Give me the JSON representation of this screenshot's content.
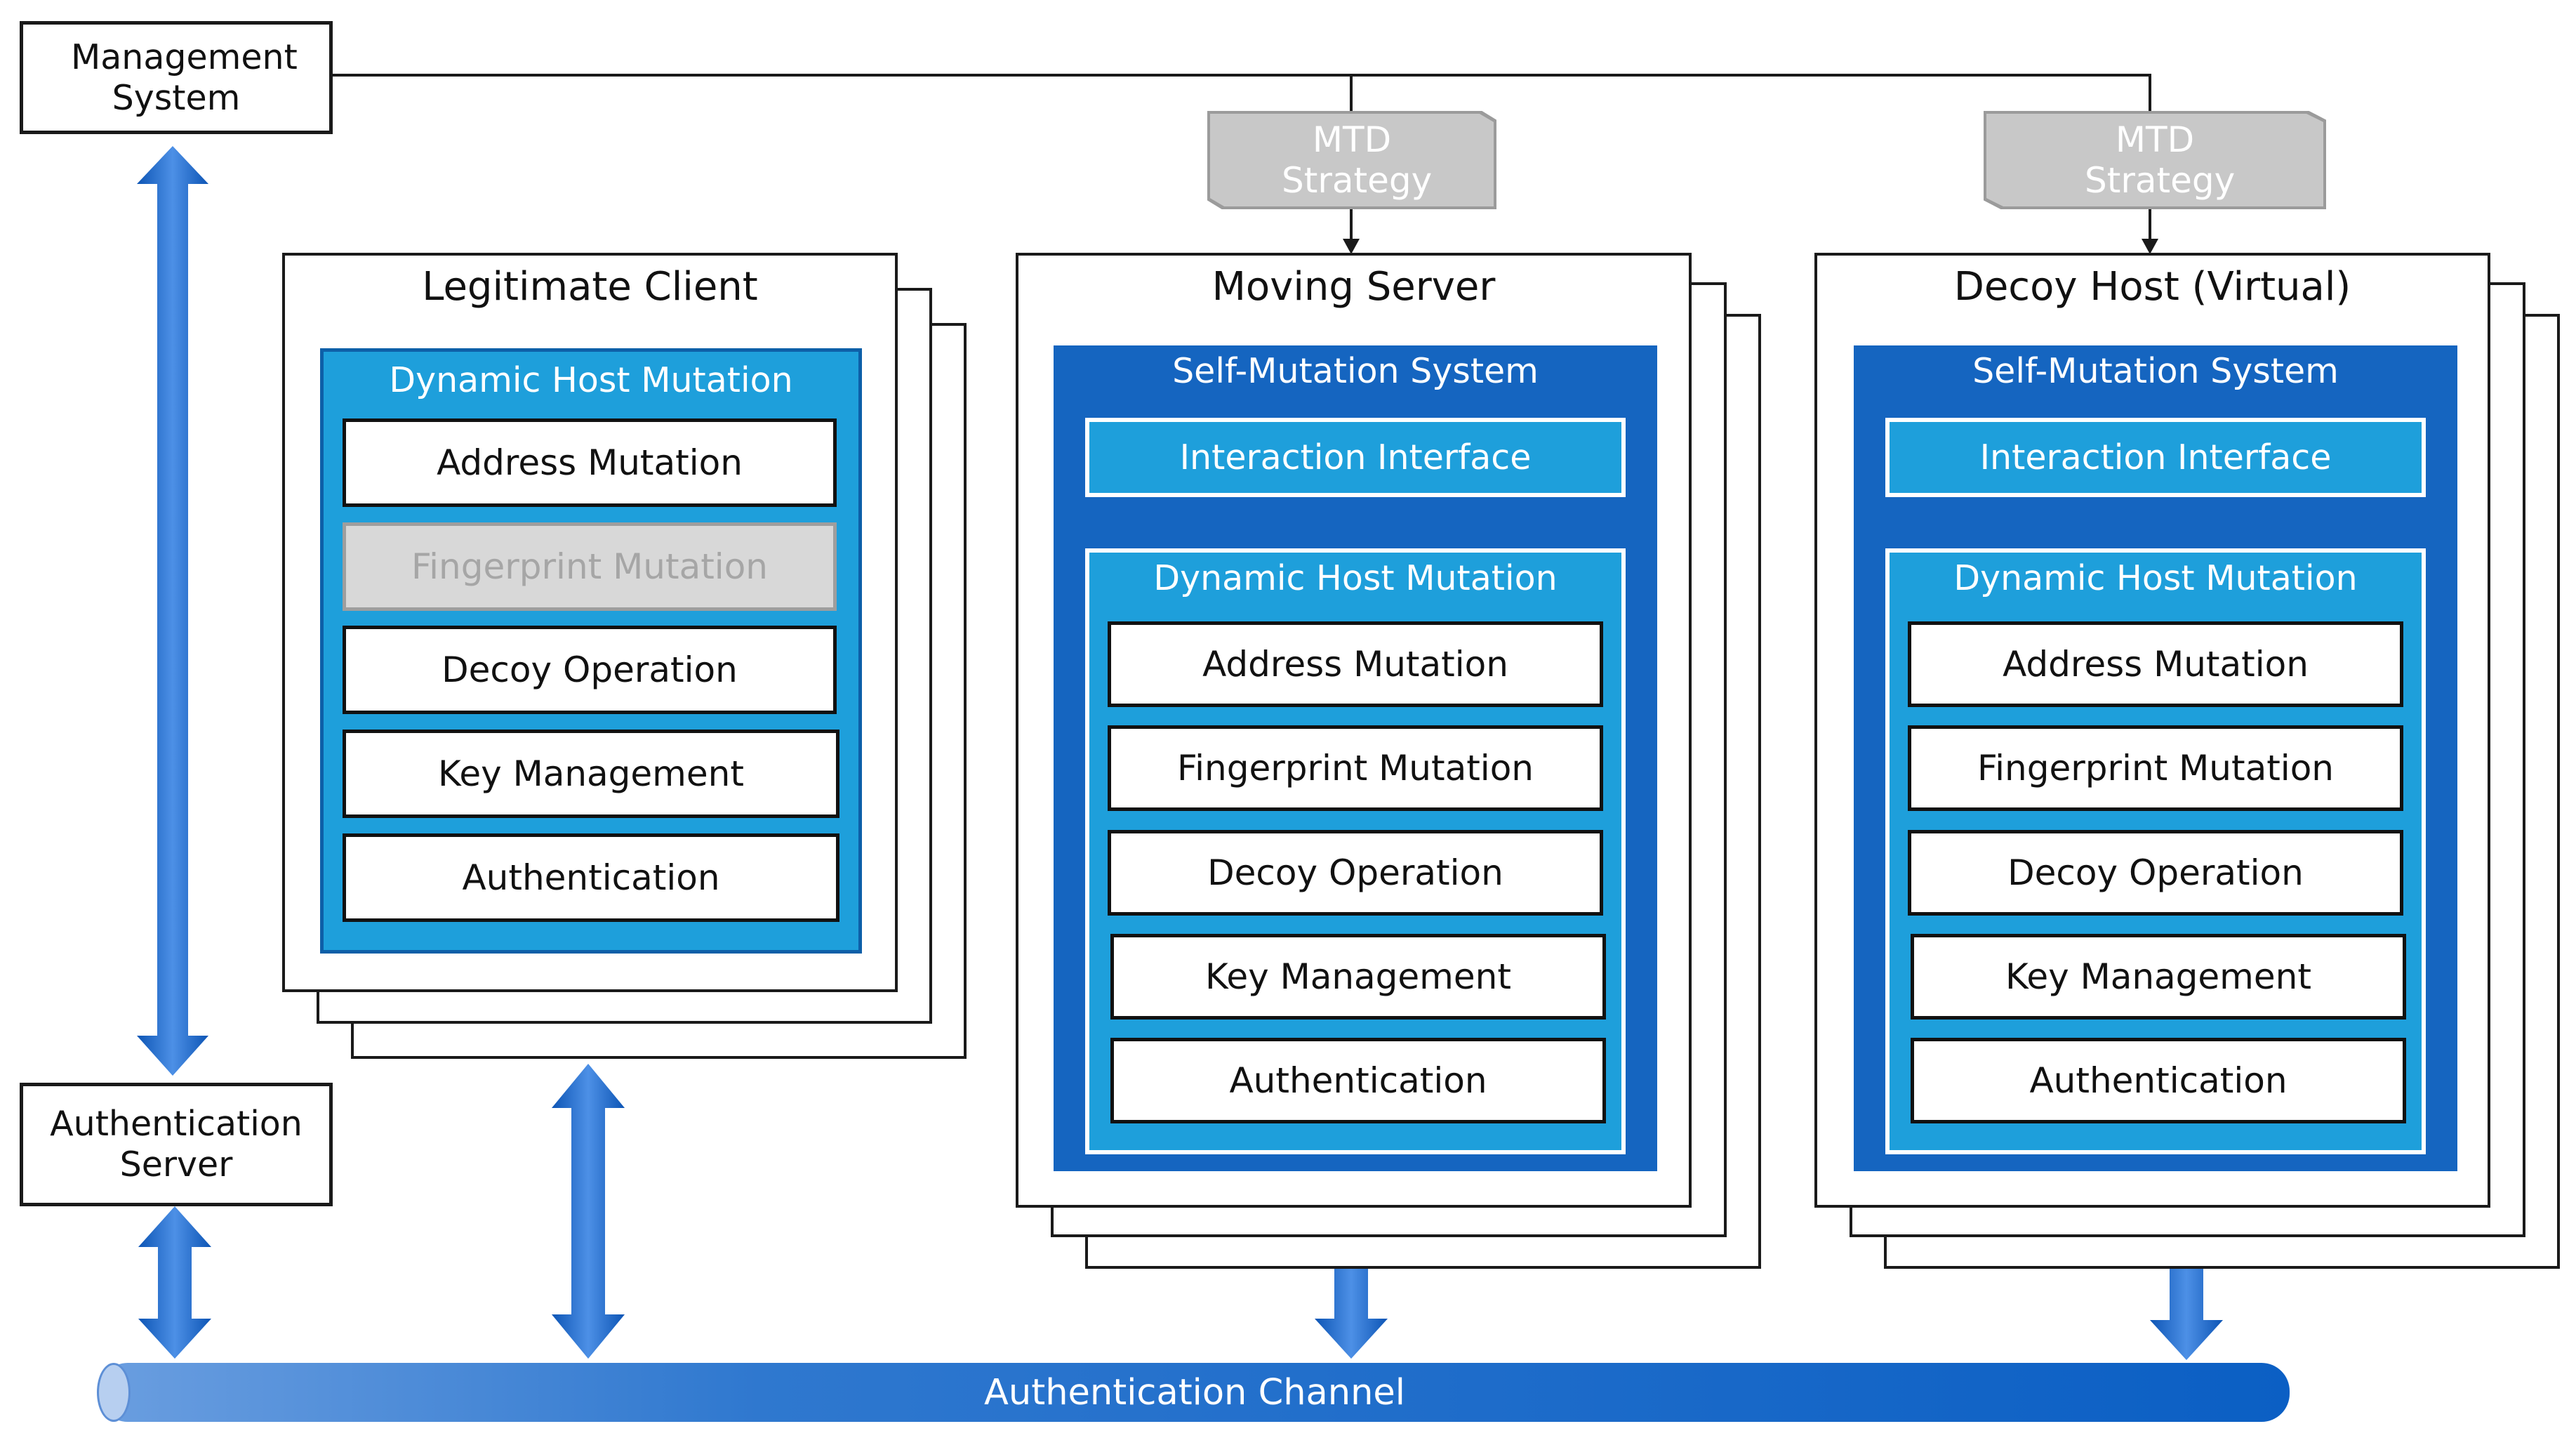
{
  "management_system": "Management System",
  "authentication_server": "Authentication Server",
  "authentication_channel": "Authentication Channel",
  "mtd_strategy": "MTD Strategy",
  "legitimate_client": {
    "title": "Legitimate Client",
    "group": "Dynamic Host Mutation",
    "modules": [
      {
        "label": "Address Mutation",
        "disabled": false
      },
      {
        "label": "Fingerprint Mutation",
        "disabled": true
      },
      {
        "label": "Decoy Operation",
        "disabled": false
      },
      {
        "label": "Key Management",
        "disabled": false
      },
      {
        "label": "Authentication",
        "disabled": false
      }
    ]
  },
  "moving_server": {
    "title": "Moving Server",
    "system": "Self-Mutation System",
    "interface": "Interaction Interface",
    "group": "Dynamic Host Mutation",
    "modules": [
      "Address Mutation",
      "Fingerprint Mutation",
      "Decoy Operation",
      "Key Management",
      "Authentication"
    ]
  },
  "decoy_host": {
    "title": "Decoy Host (Virtual)",
    "system": "Self-Mutation System",
    "interface": "Interaction Interface",
    "group": "Dynamic Host Mutation",
    "modules": [
      "Address Mutation",
      "Fingerprint Mutation",
      "Decoy Operation",
      "Key Management",
      "Authentication"
    ]
  },
  "colors": {
    "module_group_blue": "#1e9fdb",
    "system_blue": "#1565c0",
    "arrow_blue": "#1a6fce",
    "disabled_gray": "#d8d8d8"
  }
}
